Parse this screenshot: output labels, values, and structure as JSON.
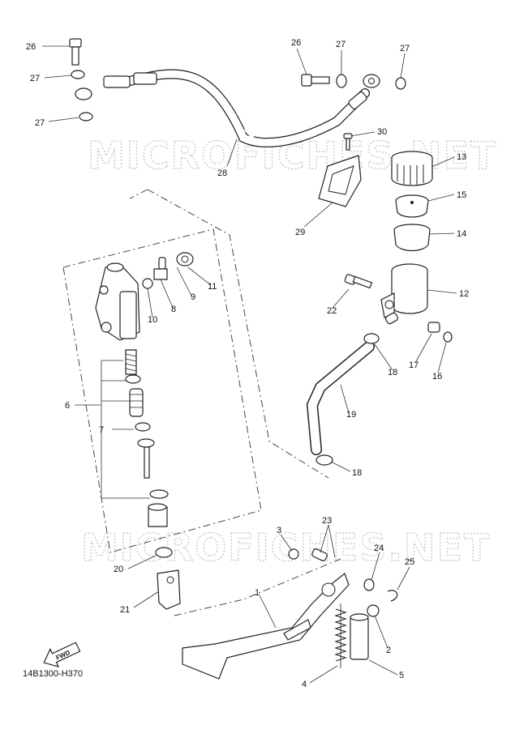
{
  "watermark": "MICROFICHES.NET",
  "drawing_code": "14B1300-H370",
  "fwd_label": "FWD",
  "callouts": [
    {
      "id": "c26a",
      "label": "26"
    },
    {
      "id": "c27a",
      "label": "27"
    },
    {
      "id": "c27b",
      "label": "27"
    },
    {
      "id": "c26b",
      "label": "26"
    },
    {
      "id": "c27c",
      "label": "27"
    },
    {
      "id": "c27d",
      "label": "27"
    },
    {
      "id": "c30",
      "label": "30"
    },
    {
      "id": "c28",
      "label": "28"
    },
    {
      "id": "c13",
      "label": "13"
    },
    {
      "id": "c15",
      "label": "15"
    },
    {
      "id": "c14",
      "label": "14"
    },
    {
      "id": "c29",
      "label": "29"
    },
    {
      "id": "c12",
      "label": "12"
    },
    {
      "id": "c11",
      "label": "11"
    },
    {
      "id": "c9",
      "label": "9"
    },
    {
      "id": "c8",
      "label": "8"
    },
    {
      "id": "c10",
      "label": "10"
    },
    {
      "id": "c22",
      "label": "22"
    },
    {
      "id": "c18a",
      "label": "18"
    },
    {
      "id": "c17",
      "label": "17"
    },
    {
      "id": "c16",
      "label": "16"
    },
    {
      "id": "c6",
      "label": "6"
    },
    {
      "id": "c19",
      "label": "19"
    },
    {
      "id": "c7",
      "label": "7"
    },
    {
      "id": "c18b",
      "label": "18"
    },
    {
      "id": "c3",
      "label": "3"
    },
    {
      "id": "c23",
      "label": "23"
    },
    {
      "id": "c24",
      "label": "24"
    },
    {
      "id": "c25",
      "label": "25"
    },
    {
      "id": "c20",
      "label": "20"
    },
    {
      "id": "c1",
      "label": "1"
    },
    {
      "id": "c21",
      "label": "21"
    },
    {
      "id": "c2",
      "label": "2"
    },
    {
      "id": "c5",
      "label": "5"
    },
    {
      "id": "c4",
      "label": "4"
    }
  ]
}
